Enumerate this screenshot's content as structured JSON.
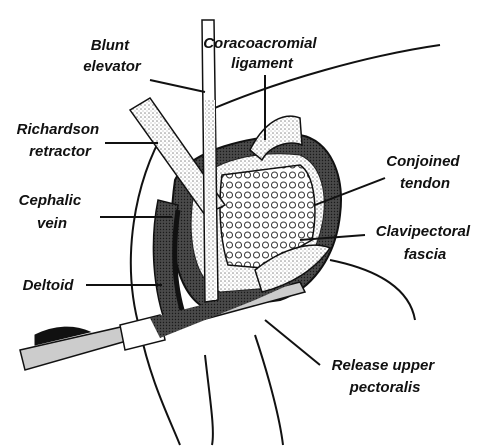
{
  "diagram": {
    "labels": {
      "blunt_elevator": [
        "Blunt",
        "elevator"
      ],
      "coracoacromial_ligament": [
        "Coracoacromial",
        "ligament"
      ],
      "richardson_retractor": [
        "Richardson",
        "retractor"
      ],
      "cephalic_vein": [
        "Cephalic",
        "vein"
      ],
      "deltoid": [
        "Deltoid"
      ],
      "conjoined_tendon": [
        "Conjoined",
        "tendon"
      ],
      "clavipectoral_fascia": [
        "Clavipectoral",
        "fascia"
      ],
      "release_upper_pectoralis": [
        "Release upper",
        "pectoralis"
      ]
    },
    "colors": {
      "ink": "#111111",
      "stipple": "#9a9a9a",
      "dark_tissue": "#2a2a2a",
      "background": "#ffffff"
    }
  }
}
